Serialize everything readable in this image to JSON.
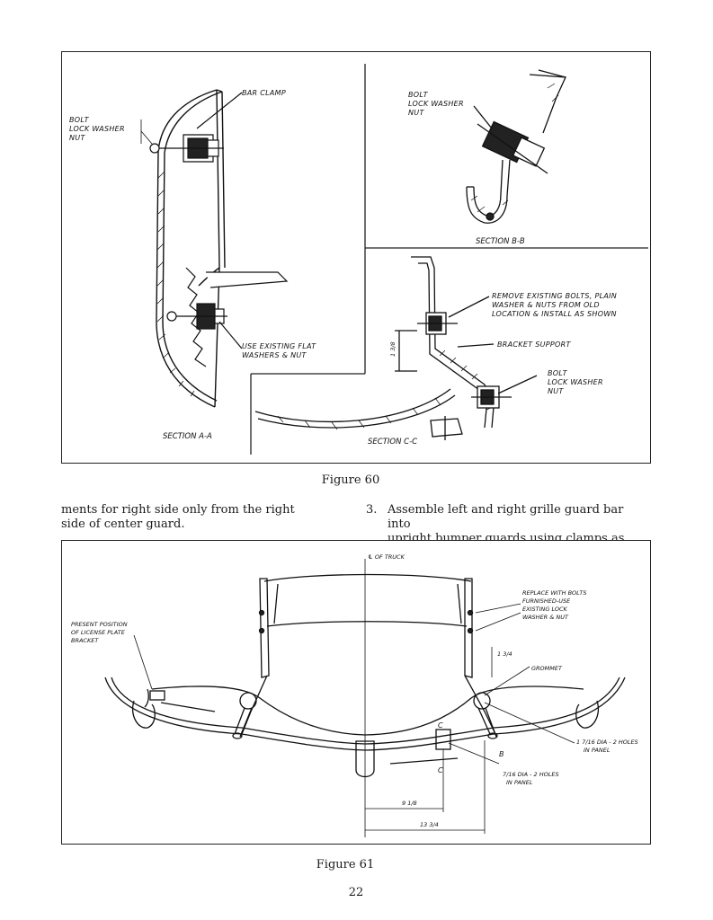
{
  "figure60": {
    "caption": "Figure 60",
    "section_a": {
      "label": "SECTION A-A",
      "callouts": [
        "BAR CLAMP",
        "BOLT",
        "LOCK WASHER",
        "NUT",
        "USE EXISTING FLAT",
        "WASHERS & NUT"
      ]
    },
    "section_b": {
      "label": "SECTION B-B",
      "callouts": [
        "BOLT",
        "LOCK WASHER",
        "NUT"
      ]
    },
    "section_c": {
      "label": "SECTION C-C",
      "callouts": [
        "REMOVE EXISTING BOLTS, PLAIN",
        "WASHER & NUTS FROM OLD",
        "LOCATION & INSTALL AS SHOWN",
        "BRACKET SUPPORT",
        "BOLT",
        "LOCK WASHER",
        "NUT"
      ],
      "dimension": "1 3/8"
    }
  },
  "body_text": {
    "left_line1": "ments for right side only from the right",
    "left_line2": "side of center guard.",
    "item_number": "3.",
    "right_line1": "Assemble left and right grille guard bar into",
    "right_line2": "upright bumper guards using clamps as shown"
  },
  "figure61": {
    "caption": "Figure 61",
    "callouts": {
      "truck_center": "℄ OF TRUCK",
      "replace_1": "REPLACE WITH BOLTS",
      "replace_2": "FURNISHED-USE",
      "replace_3": "EXISTING LOCK",
      "replace_4": "WASHER & NUT",
      "present_1": "PRESENT POSITION",
      "present_2": "OF LICENSE PLATE",
      "present_3": "BRACKET",
      "grommet": "GROMMET",
      "dim_small": "1 3/4",
      "holes_1_a": "1 7/16 DIA - 2 HOLES",
      "holes_1_b": "IN PANEL",
      "holes_2_a": "7/16 DIA - 2 HOLES",
      "holes_2_b": "IN PANEL",
      "c_mark": "C",
      "b_mark": "B",
      "dim_mid": "9 1/8",
      "dim_wide": "13 3/4"
    }
  },
  "page_number": "22"
}
